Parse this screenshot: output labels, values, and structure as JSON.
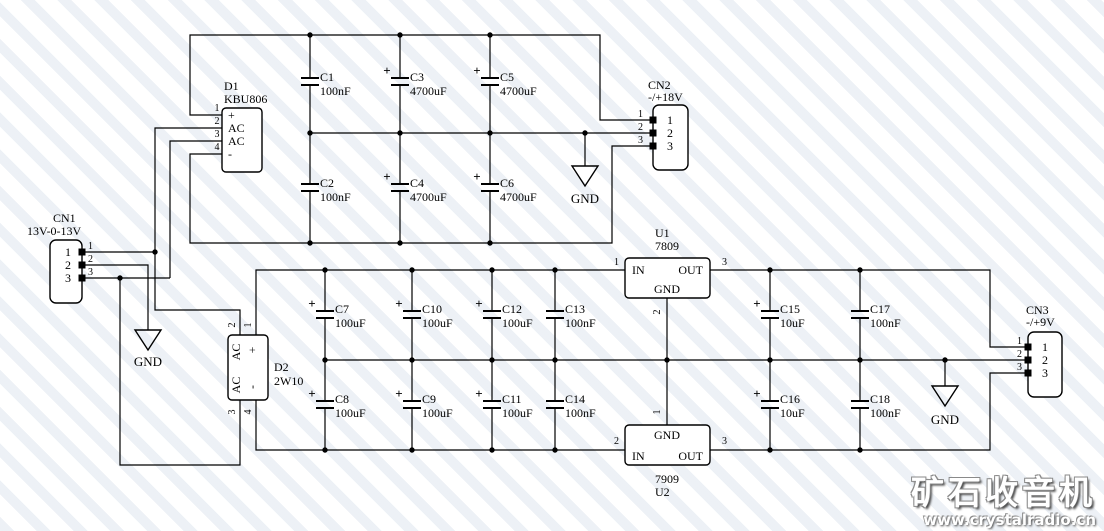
{
  "colors": {
    "line": "#000000",
    "background": "#ffffff",
    "stripe": "#dee5ee"
  },
  "symbols": {
    "plus": "+",
    "gnd": "GND"
  },
  "connectors": {
    "cn1": {
      "ref": "CN1",
      "value": "13V-0-13V",
      "pins": [
        "1",
        "2",
        "3"
      ]
    },
    "cn2": {
      "ref": "CN2",
      "value": "-/+18V",
      "pins": [
        "1",
        "2",
        "3"
      ]
    },
    "cn3": {
      "ref": "CN3",
      "value": "-/+9V",
      "pins": [
        "1",
        "2",
        "3"
      ]
    }
  },
  "bridges": {
    "d1": {
      "ref": "D1",
      "value": "KBU806",
      "pins": [
        "1",
        "2",
        "3",
        "4"
      ],
      "terminals": [
        "+",
        "AC",
        "AC",
        "-"
      ]
    },
    "d2": {
      "ref": "D2",
      "value": "2W10",
      "pins": [
        "2",
        "1",
        "3",
        "4"
      ],
      "terminals": [
        "AC",
        "+",
        "AC",
        "-"
      ]
    }
  },
  "regulators": {
    "u1": {
      "ref": "U1",
      "value": "7809",
      "in": "IN",
      "out": "OUT",
      "gnd": "GND",
      "pin_in": "1",
      "pin_gnd": "2",
      "pin_out": "3"
    },
    "u2": {
      "ref": "U2",
      "value": "7909",
      "in": "IN",
      "out": "OUT",
      "gnd": "GND",
      "pin_in": "2",
      "pin_gnd": "1",
      "pin_out": "3"
    }
  },
  "capacitors": [
    {
      "ref": "C1",
      "value": "100nF"
    },
    {
      "ref": "C2",
      "value": "100nF"
    },
    {
      "ref": "C3",
      "value": "4700uF"
    },
    {
      "ref": "C4",
      "value": "4700uF"
    },
    {
      "ref": "C5",
      "value": "4700uF"
    },
    {
      "ref": "C6",
      "value": "4700uF"
    },
    {
      "ref": "C7",
      "value": "100uF"
    },
    {
      "ref": "C8",
      "value": "100uF"
    },
    {
      "ref": "C9",
      "value": "100uF"
    },
    {
      "ref": "C10",
      "value": "100uF"
    },
    {
      "ref": "C11",
      "value": "100uF"
    },
    {
      "ref": "C12",
      "value": "100uF"
    },
    {
      "ref": "C13",
      "value": "100nF"
    },
    {
      "ref": "C14",
      "value": "100nF"
    },
    {
      "ref": "C15",
      "value": "10uF"
    },
    {
      "ref": "C16",
      "value": "10uF"
    },
    {
      "ref": "C17",
      "value": "100nF"
    },
    {
      "ref": "C18",
      "value": "100nF"
    }
  ],
  "watermark": {
    "title": "矿石收音机",
    "url": "www.crystalradio.cn"
  }
}
